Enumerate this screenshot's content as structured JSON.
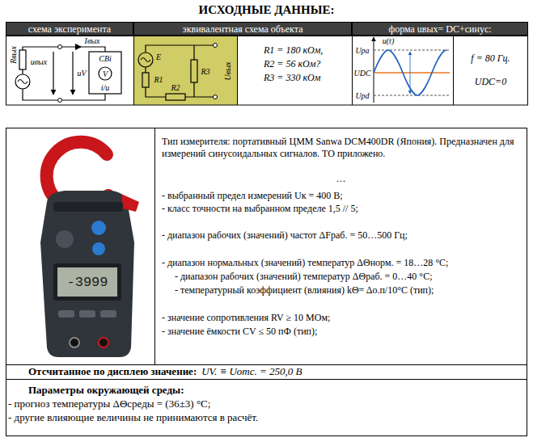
{
  "diagram": {
    "title": "ИСХОДНЫЕ ДАННЫЕ:",
    "nodes": [
      {
        "text": [
          "схема эксперимента"
        ]
      },
      {
        "text": [
          "эквивалентная схема объекта"
        ]
      },
      {
        "text": [
          "форма uвых= DC+синус:"
        ]
      },
      {
        "text": [
          "R1 = 180 кОм,",
          "R2 = 56 кОм?",
          "R3 = 330 кОм"
        ]
      },
      {
        "text": [
          "f = 80 Гц.",
          "UDC=0"
        ]
      },
      {
        "text": [
          "Тип измерителя: портативный ЦММ Sanwa DCM400DR (Япония). Предназначен для измерений синусоидальных сигналов. ТО приложено.",
          "…",
          "- выбранный предел измерений Uк = 400 В;",
          "- класс точности на выбранном пределе 1,5 // 5;",
          "- диапазон рабочих (значений) частот ΔFраб. = 50…500 Гц;",
          "- диапазон нормальных (значений) температур ΔΘнорм. = 18…28 °C;",
          "- диапазон рабочих (значений) температур ΔΘраб. = 0…40 °C;",
          "- температурный коэффициент (влияния) kΘ= Δо.п/10°C (тип);",
          "- значение сопротивления RV ≥ 10 МОм;",
          "- значение ёмкости CV ≤ 50 пФ (тип);"
        ]
      },
      {
        "text": [
          "Отсчитанное по дисплею значение:",
          "UV. ≡ Uотс. = 250,0 В"
        ]
      },
      {
        "text": [
          "Параметры окружающей среды:",
          "- прогноз температуры ΔΘсреды = (36±3) °C;",
          "- другие влияющие величины не принимаются в расчёт."
        ]
      }
    ],
    "labels": [
      "Rвых",
      "Iвых",
      "uV",
      "uвых",
      "СВi",
      "V",
      "i/u",
      "E",
      "R1",
      "R2",
      "R3",
      "Uвых",
      "u(t)",
      "Upa",
      "UDC",
      "Upd",
      "-3999"
    ]
  }
}
